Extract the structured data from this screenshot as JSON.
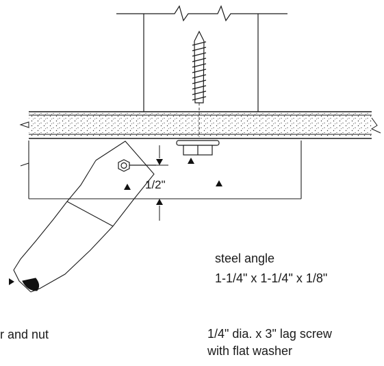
{
  "labels": {
    "dimension_half_inch": "1/2\"",
    "steel_angle_line1": "steel angle",
    "steel_angle_line2": "1-1/4\" x 1-1/4\" x 1/8\"",
    "washer_nut_partial": "r and nut",
    "lag_screw_line1": "1/4\" dia. x 3\" lag screw",
    "lag_screw_line2": "with flat washer"
  },
  "colors": {
    "line": "#1a1a1a",
    "fill_dark": "#111111",
    "background": "#ffffff",
    "stipple": "#333333"
  },
  "icons": {
    "markers": "triangle-arrow-icon",
    "nut": "hex-nut-icon"
  }
}
